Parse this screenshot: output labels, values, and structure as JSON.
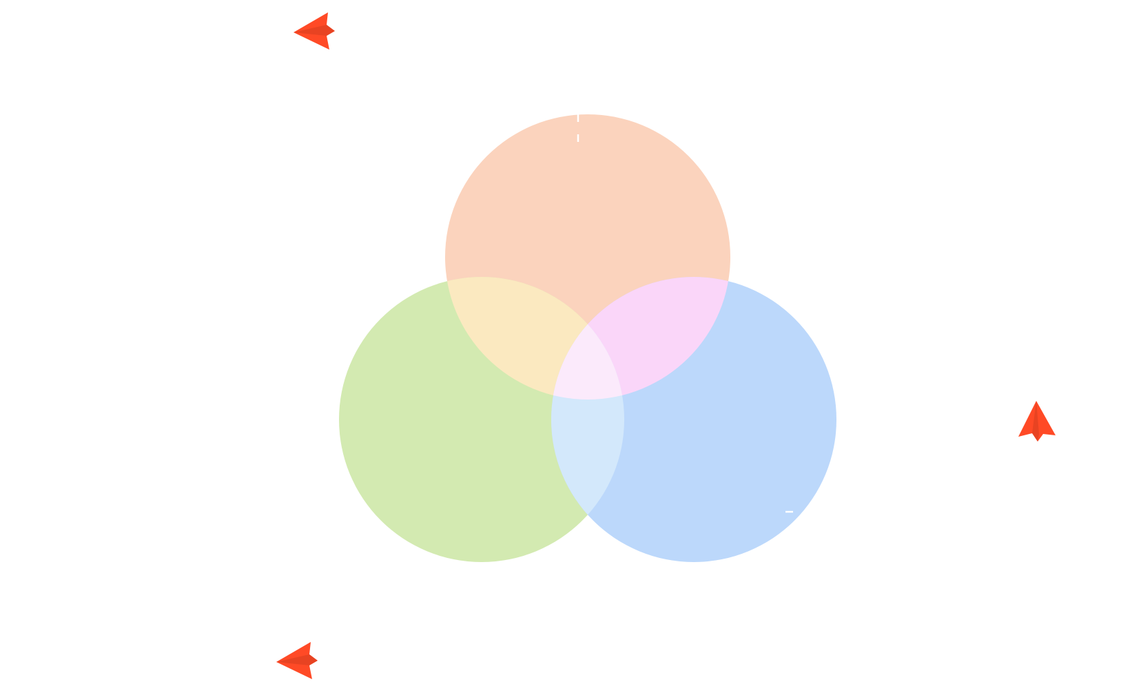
{
  "diagram": {
    "type": "venn-3",
    "sets": [
      {
        "id": "top",
        "color": "#fbd3bd"
      },
      {
        "id": "left",
        "color": "#d3eab1"
      },
      {
        "id": "right",
        "color": "#bcd8fb"
      }
    ],
    "overlaps": {
      "top_left": "#fbe9c0",
      "top_right": "#fad6f9",
      "left_right": "#d3e8fb",
      "all": "#fbeafb"
    },
    "decorations": {
      "icon": "paper-plane-icon",
      "plane_color": "#ff4a26",
      "plane_shade": "#d9401f"
    }
  }
}
